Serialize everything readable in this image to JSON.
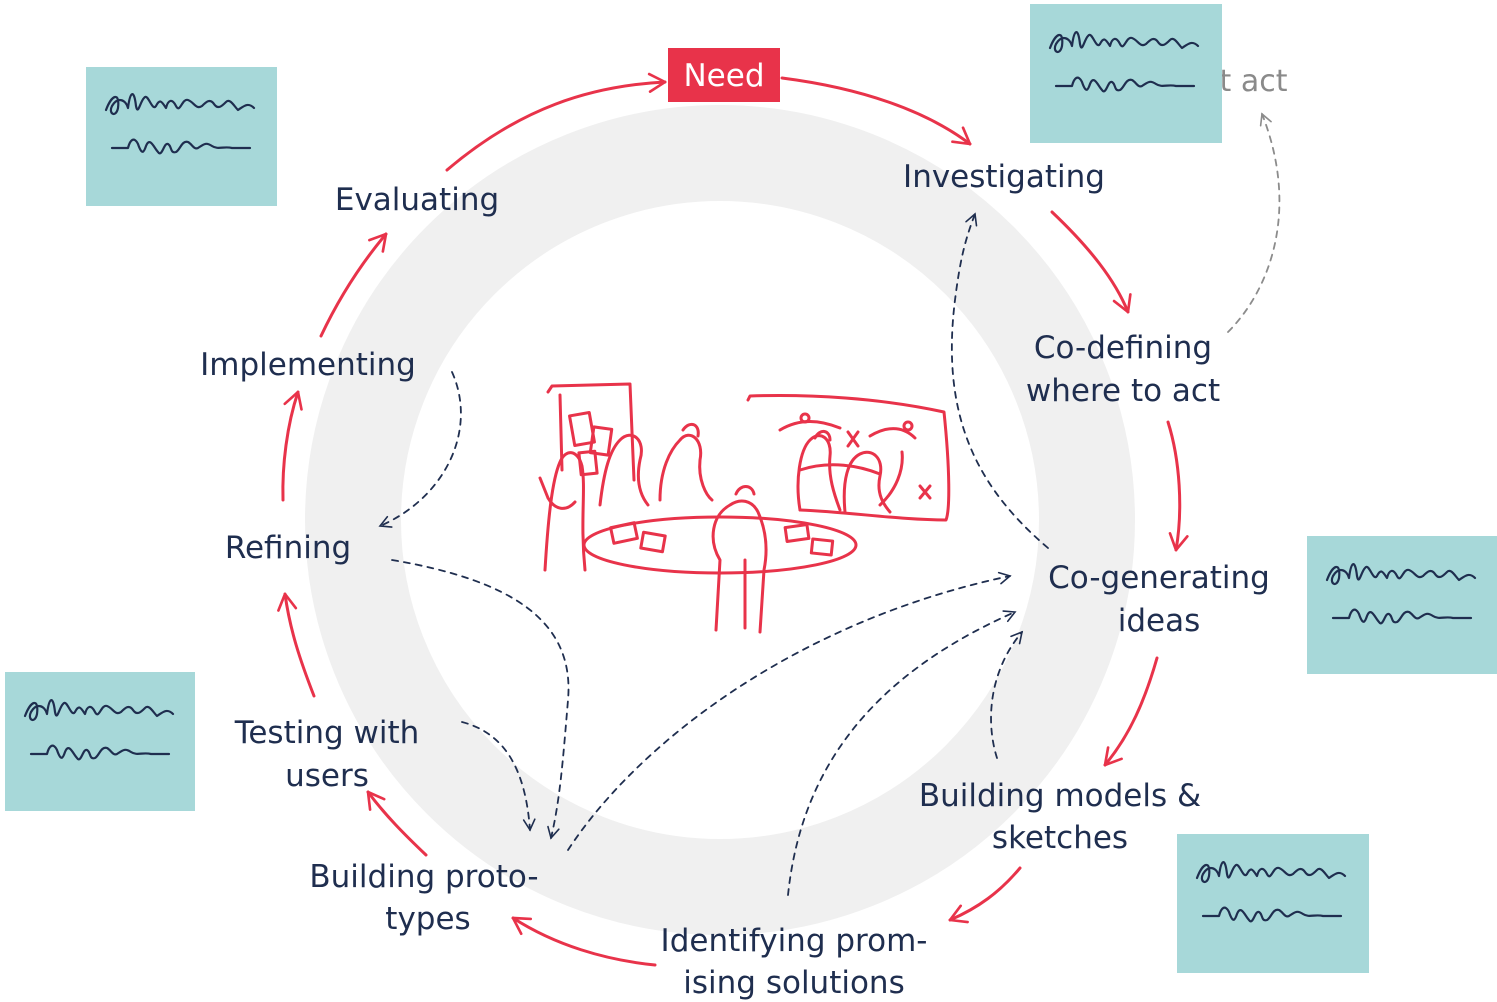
{
  "diagram": {
    "need_label": "Need",
    "faded_label": "’t act",
    "stages": {
      "investigating": "Investigating",
      "codefining_1": "Co-defining",
      "codefining_2": "where to act",
      "cogenerating_1": "Co-generating",
      "cogenerating_2": "ideas",
      "models_1": "Building models &",
      "models_2": "sketches",
      "identifying_1": "Identifying prom-",
      "identifying_2": "ising solutions",
      "prototypes_1": "Building proto-",
      "prototypes_2": "types",
      "testing_1": "Testing with",
      "testing_2": "users",
      "refining": "Refining",
      "implementing": "Implementing",
      "evaluating": "Evaluating"
    },
    "colors": {
      "accent_red": "#e8334a",
      "text_navy": "#1f2e4f",
      "ring_gray": "#f0f0f0",
      "note_teal": "#a7d8d9",
      "dashed_gray": "#8c8c8c"
    },
    "icons": [
      "sticky-note-icon",
      "workshop-sketch-icon",
      "scribble-icon"
    ]
  }
}
